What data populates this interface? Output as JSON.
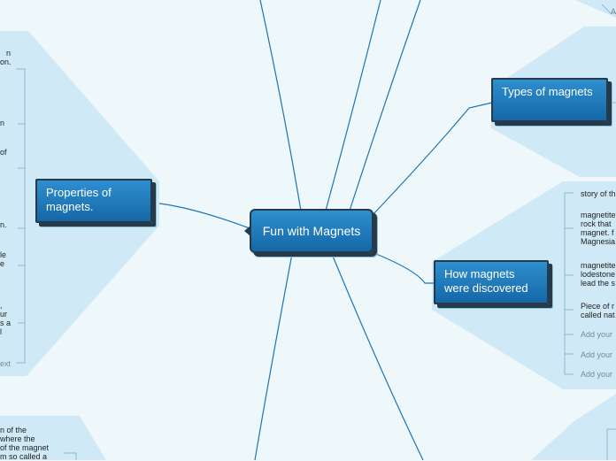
{
  "central": {
    "label": "Fun with Magnets"
  },
  "topics": {
    "properties": {
      "label": "Properties of magnets."
    },
    "types": {
      "label": "Types of magnets"
    },
    "discovered": {
      "label": "How magnets were discovered"
    }
  },
  "discovered_subtopics": [
    {
      "text": "story of th"
    },
    {
      "text": "magnetite\nrock that\nmagnet. f\nMagnesia"
    },
    {
      "text": "magnetite\nlodestone\nlead the s"
    },
    {
      "text": "Piece of r\ncalled nat"
    },
    {
      "text": "Add your"
    },
    {
      "text": "Add your"
    },
    {
      "text": "Add your"
    }
  ],
  "properties_fragments": [
    {
      "text": "n\non."
    },
    {
      "text": "n"
    },
    {
      "text": "of"
    },
    {
      "text": "n."
    },
    {
      "text": "le\ne"
    },
    {
      "text": ",\nur\ns a\nl"
    },
    {
      "text": "ext"
    }
  ],
  "bottom_left_fragments": {
    "text": "n of the\nwhere the\nof the magnet\nm so called a"
  },
  "top_right_fragment": {
    "text": "A"
  },
  "colors": {
    "background": "#eef8fb",
    "region": "#cfeaf6",
    "line": "#1c74b4",
    "node": "#1f78b8"
  }
}
